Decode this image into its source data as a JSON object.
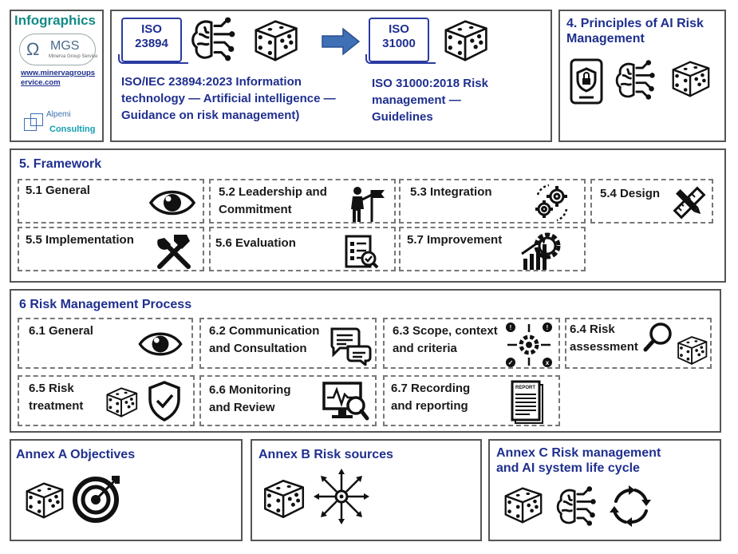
{
  "logo": {
    "title": "Infographics",
    "mgs_name": "MGS",
    "mgs_tagline": "Minerva Group Service",
    "url": "www.minervagroupservice.com",
    "alpemi_line1": "Alpemi",
    "alpemi_line2": "Consulting"
  },
  "iso": {
    "badge1": [
      "ISO",
      "23894"
    ],
    "badge2": [
      "ISO",
      "31000"
    ],
    "desc1": "ISO/IEC 23894:2023 Information technology — Artificial intelligence — Guidance on risk management)",
    "desc2": "ISO 31000:2018 Risk management — Guidelines"
  },
  "principles": {
    "title": "4. Principles of AI Risk Management"
  },
  "framework": {
    "title": "5. Framework",
    "cells": [
      {
        "label": "5.1 General"
      },
      {
        "label": "5.2 Leadership and Commitment"
      },
      {
        "label": "5.3 Integration"
      },
      {
        "label": "5.4 Design"
      },
      {
        "label": "5.5 Implementation"
      },
      {
        "label": "5.6 Evaluation"
      },
      {
        "label": "5.7 Improvement"
      }
    ]
  },
  "process": {
    "title": "6 Risk Management Process",
    "cells": [
      {
        "label": "6.1 General"
      },
      {
        "label": "6.2 Communication and Consultation"
      },
      {
        "label": "6.3 Scope, context and criteria"
      },
      {
        "label": "6.4 Risk assessment"
      },
      {
        "label": "6.5 Risk treatment"
      },
      {
        "label": "6.6 Monitoring and Review"
      },
      {
        "label": "6.7 Recording and reporting"
      }
    ]
  },
  "annex": {
    "a": "Annex A Objectives",
    "b": "Annex B Risk sources",
    "c": "Annex C Risk management and AI system life cycle"
  },
  "colors": {
    "navy": "#1f2f8f",
    "teal": "#128a86",
    "arrow": "#3f6fb5"
  },
  "icons": [
    "brain-circuit-icon",
    "dice-icon",
    "arrow-right-icon",
    "shield-doc-icon",
    "eye-icon",
    "leader-flag-icon",
    "gears-icon",
    "ruler-pencil-icon",
    "hammer-wrench-icon",
    "checklist-icon",
    "gear-growth-icon",
    "chat-bubbles-icon",
    "scope-gear-icon",
    "magnifier-icon",
    "shield-check-icon",
    "monitor-search-icon",
    "report-icon",
    "target-icon",
    "radial-arrows-icon",
    "cycle-arrows-icon"
  ],
  "report_icon_text": "REPORT"
}
